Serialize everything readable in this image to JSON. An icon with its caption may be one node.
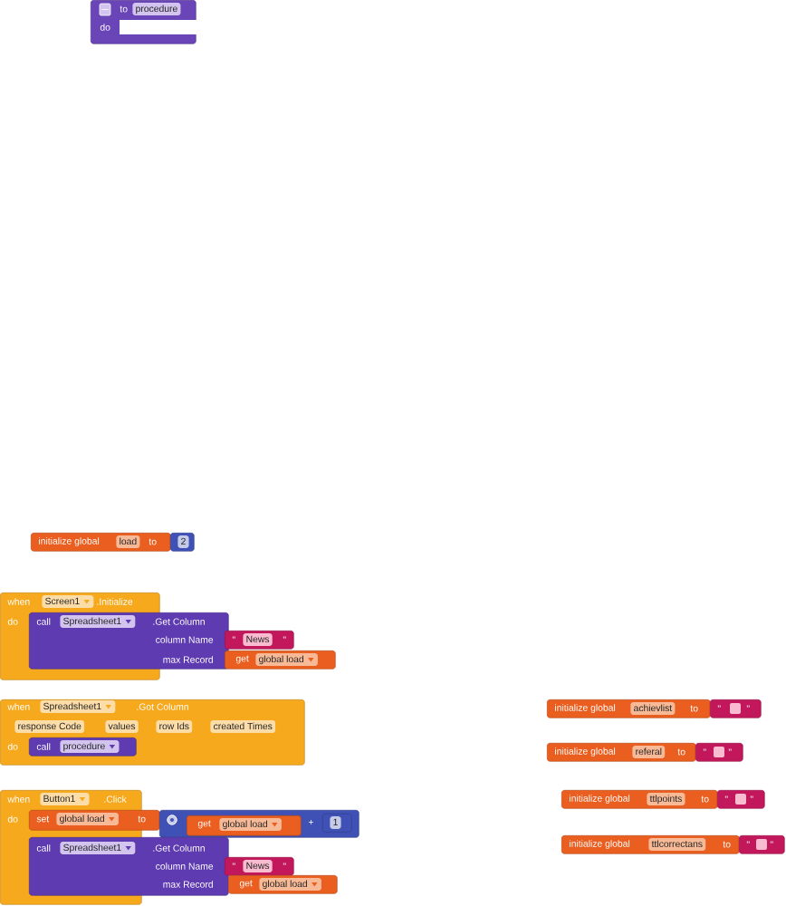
{
  "diagram": {
    "nodes": [
      {
        "text": [
          "to",
          "procedure",
          "do"
        ]
      },
      {
        "text": [
          "initialize global",
          "load",
          "to"
        ]
      },
      {
        "text": [
          "2"
        ]
      },
      {
        "text": [
          "when",
          "Screen1",
          ".Initialize",
          "do"
        ]
      },
      {
        "text": [
          "call",
          "Spreadsheet1",
          ".Get Column",
          "column Name",
          "max Record"
        ]
      },
      {
        "text": [
          "\"",
          "News",
          "\""
        ]
      },
      {
        "text": [
          "get",
          "global load"
        ]
      },
      {
        "text": [
          "when",
          "Spreadsheet1",
          ".Got Column",
          "response Code",
          "values",
          "row Ids",
          "created Times",
          "do"
        ]
      },
      {
        "text": [
          "call",
          "procedure"
        ],
        "in": 7
      },
      {
        "text": [
          "when",
          "Button1",
          ".Click",
          "do"
        ]
      },
      {
        "text": [
          "set",
          "global load",
          "to"
        ]
      },
      {
        "text": [
          "+"
        ]
      },
      {
        "text": [
          "get",
          "global load"
        ],
        "in": 11
      },
      {
        "text": [
          "1"
        ],
        "in": 11
      },
      {
        "text": [
          "call",
          "Spreadsheet1",
          ".Get Column",
          "column Name",
          "max Record"
        ]
      },
      {
        "text": [
          "\"",
          "News",
          "\""
        ]
      },
      {
        "text": [
          "get",
          "global load"
        ]
      },
      {
        "text": [
          "initialize global",
          "achievlist",
          "to"
        ]
      },
      {
        "text": [
          "\"",
          "\""
        ]
      },
      {
        "text": [
          "initialize global",
          "referal",
          "to"
        ]
      },
      {
        "text": [
          "\"",
          "\""
        ]
      },
      {
        "text": [
          "initialize global",
          "ttlpoints",
          "to"
        ]
      },
      {
        "text": [
          "\"",
          "\""
        ]
      },
      {
        "text": [
          "initialize global",
          "ttlcorrectans",
          "to"
        ]
      },
      {
        "text": [
          "\"",
          "\""
        ]
      }
    ]
  }
}
